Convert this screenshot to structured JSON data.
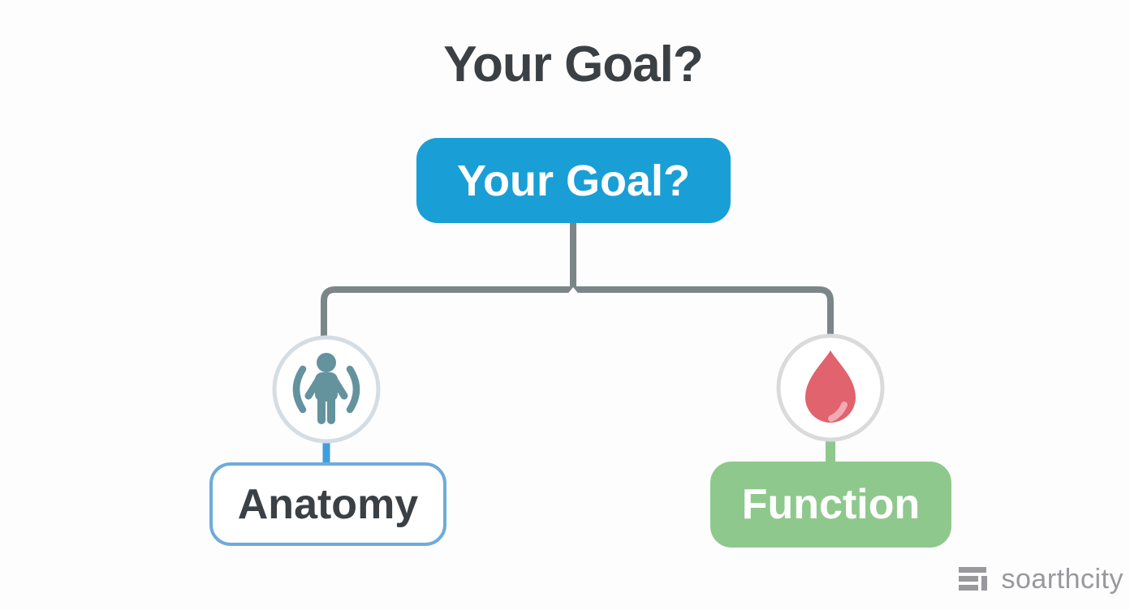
{
  "title": "Your Goal?",
  "flowchart": {
    "root": {
      "label": "Your Goal?"
    },
    "branches": [
      {
        "id": "anatomy",
        "icon": "person-body-icon",
        "label": "Anatomy"
      },
      {
        "id": "function",
        "icon": "blood-drop-icon",
        "label": "Function"
      }
    ]
  },
  "watermark": {
    "brand": "soarthcity"
  },
  "colors": {
    "background": "#fdfdfd",
    "title_text": "#3b4045",
    "root_bg": "#199fd6",
    "root_text": "#ffffff",
    "connector": "#7b8689",
    "circle_border_left": "#d4dde4",
    "circle_border_right": "#dadadc",
    "circle_fill": "#ffffff",
    "person_icon": "#64929d",
    "drop_fill": "#e0636e",
    "drop_highlight": "#f2abb3",
    "anatomy_border": "#6fabd9",
    "anatomy_stub": "#3f9fdb",
    "anatomy_text": "#3b4045",
    "function_bg": "#8fc88d",
    "function_text": "#ffffff",
    "watermark_gray": "#98989d"
  }
}
